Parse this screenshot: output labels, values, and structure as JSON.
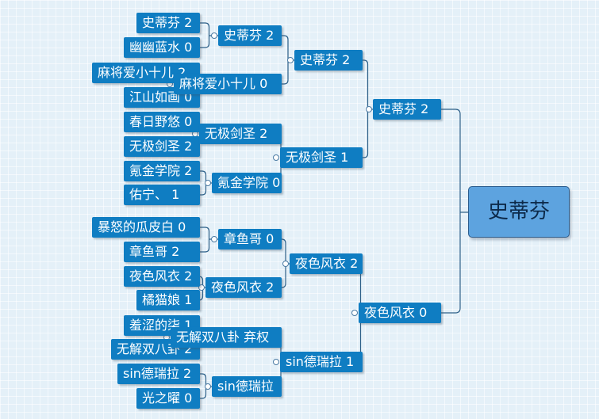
{
  "bracket": {
    "champion": "史蒂芬",
    "final": [
      {
        "name": "史蒂芬",
        "score": "2"
      },
      {
        "name": "夜色风衣",
        "score": "0"
      }
    ],
    "semifinals": [
      {
        "name": "史蒂芬",
        "score": "2"
      },
      {
        "name": "无极剑圣",
        "score": "1"
      },
      {
        "name": "夜色风衣",
        "score": "2"
      },
      {
        "name": "sin德瑞拉",
        "score": "1"
      }
    ],
    "quarterfinals": [
      {
        "name": "史蒂芬",
        "score": "2"
      },
      {
        "name": "麻将爱小十儿",
        "score": "0"
      },
      {
        "name": "无极剑圣",
        "score": "2"
      },
      {
        "name": "氪金学院",
        "score": "0"
      },
      {
        "name": "章鱼哥",
        "score": "0"
      },
      {
        "name": "夜色风衣",
        "score": "2"
      },
      {
        "name": "无解双八卦",
        "score": "弃权"
      },
      {
        "name": "sin德瑞拉",
        "score": ""
      }
    ],
    "round1": [
      {
        "name": "史蒂芬",
        "score": "2"
      },
      {
        "name": "幽幽蓝水",
        "score": "0"
      },
      {
        "name": "麻将爱小十儿",
        "score": "2"
      },
      {
        "name": "江山如画",
        "score": "0"
      },
      {
        "name": "春日野悠",
        "score": "0"
      },
      {
        "name": "无极剑圣",
        "score": "2"
      },
      {
        "name": "氪金学院",
        "score": "2"
      },
      {
        "name": "佑宁、",
        "score": "1"
      },
      {
        "name": "暴怒的瓜皮白",
        "score": "0"
      },
      {
        "name": "章鱼哥",
        "score": "2"
      },
      {
        "name": "夜色风衣",
        "score": "2"
      },
      {
        "name": "橘猫娘",
        "score": "1"
      },
      {
        "name": "羞涩的柒",
        "score": "1"
      },
      {
        "name": "无解双八卦",
        "score": "2"
      },
      {
        "name": "sin德瑞拉",
        "score": "2"
      },
      {
        "name": "光之曜",
        "score": "0"
      }
    ]
  }
}
